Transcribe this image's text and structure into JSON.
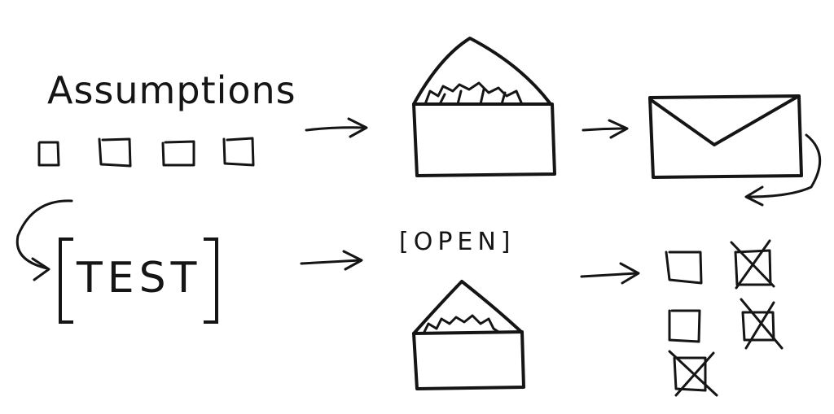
{
  "labels": {
    "assumptions": "Assumptions",
    "test": "TEST",
    "open_bracket": "[OPEN]"
  },
  "colors": {
    "ink": "#151515",
    "paper": "#ffffff"
  },
  "icons": [
    "empty-checkbox-icon",
    "crossed-checkbox-icon",
    "open-envelope-icon",
    "sealed-envelope-icon",
    "arrow-icon"
  ]
}
